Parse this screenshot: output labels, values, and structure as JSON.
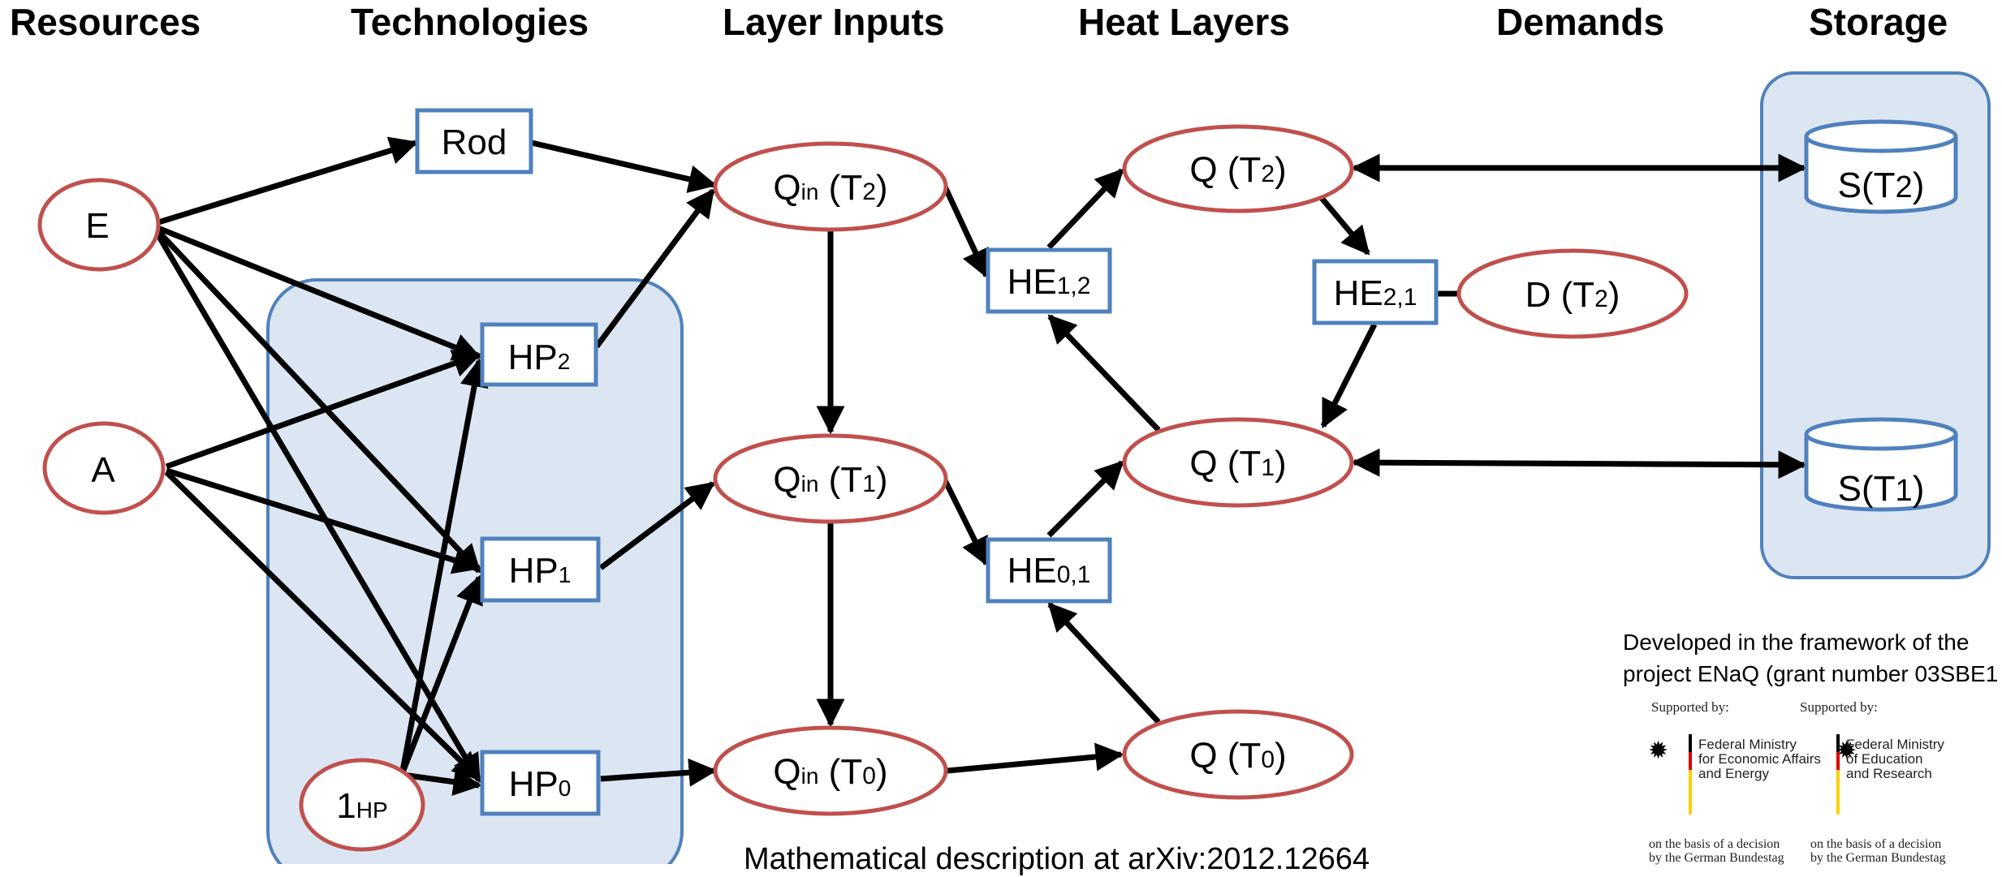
{
  "headers": {
    "resources": "Resources",
    "technologies": "Technologies",
    "layer_inputs": "Layer Inputs",
    "heat_layers": "Heat Layers",
    "demands": "Demands",
    "storage": "Storage"
  },
  "nodes": {
    "E": {
      "label": "E"
    },
    "A": {
      "label": "A"
    },
    "one_hp": {
      "label": "1",
      "sub": "HP"
    },
    "rod": {
      "label": "Rod"
    },
    "hp2": {
      "label": "HP",
      "sub": "2"
    },
    "hp1": {
      "label": "HP",
      "sub": "1"
    },
    "hp0": {
      "label": "HP",
      "sub": "0"
    },
    "qin_t2": {
      "label": "Q",
      "sub": "in",
      "tail": " (T",
      "tsub": "2",
      "end": ")"
    },
    "qin_t1": {
      "label": "Q",
      "sub": "in",
      "tail": " (T",
      "tsub": "1",
      "end": ")"
    },
    "qin_t0": {
      "label": "Q",
      "sub": "in",
      "tail": " (T",
      "tsub": "0",
      "end": ")"
    },
    "he12": {
      "label": "HE",
      "sub": "1,2"
    },
    "he01": {
      "label": "HE",
      "sub": "0,1"
    },
    "he21": {
      "label": "HE",
      "sub": "2,1"
    },
    "q_t2": {
      "label": "Q (T",
      "sub": "2",
      "end": ")"
    },
    "q_t1": {
      "label": "Q (T",
      "sub": "1",
      "end": ")"
    },
    "q_t0": {
      "label": "Q (T",
      "sub": "0",
      "end": ")"
    },
    "d_t2": {
      "label": "D (T",
      "sub": "2",
      "end": ")"
    },
    "s_t2": {
      "label": "S(T",
      "sub": "2",
      "end": ")"
    },
    "s_t1": {
      "label": "S(T",
      "sub": "1",
      "end": ")"
    }
  },
  "footer": {
    "developed_line1": "Developed in the framework of the",
    "developed_line2": "project ENaQ (grant number 03SBE1",
    "math_description": "Mathematical description at arXiv:2012.12664",
    "supported_by_1": "Supported by:",
    "supported_by_2": "Supported by:",
    "ministry_1": "Federal Ministry\nfor Economic Affairs\nand Energy",
    "ministry_2": "Federal Ministry\nof Education\nand Research",
    "decision_1": "on the basis of a decision",
    "decision_1b": "by the German Bundestag",
    "decision_2": "on the basis of a decision",
    "decision_2b": "by the German Bundestag"
  },
  "colors": {
    "ellipse_stroke": "#c0504d",
    "box_stroke": "#4f81bd",
    "group_fill": "#dce6f2",
    "group_stroke": "#4f81bd",
    "arrow": "#000000"
  }
}
